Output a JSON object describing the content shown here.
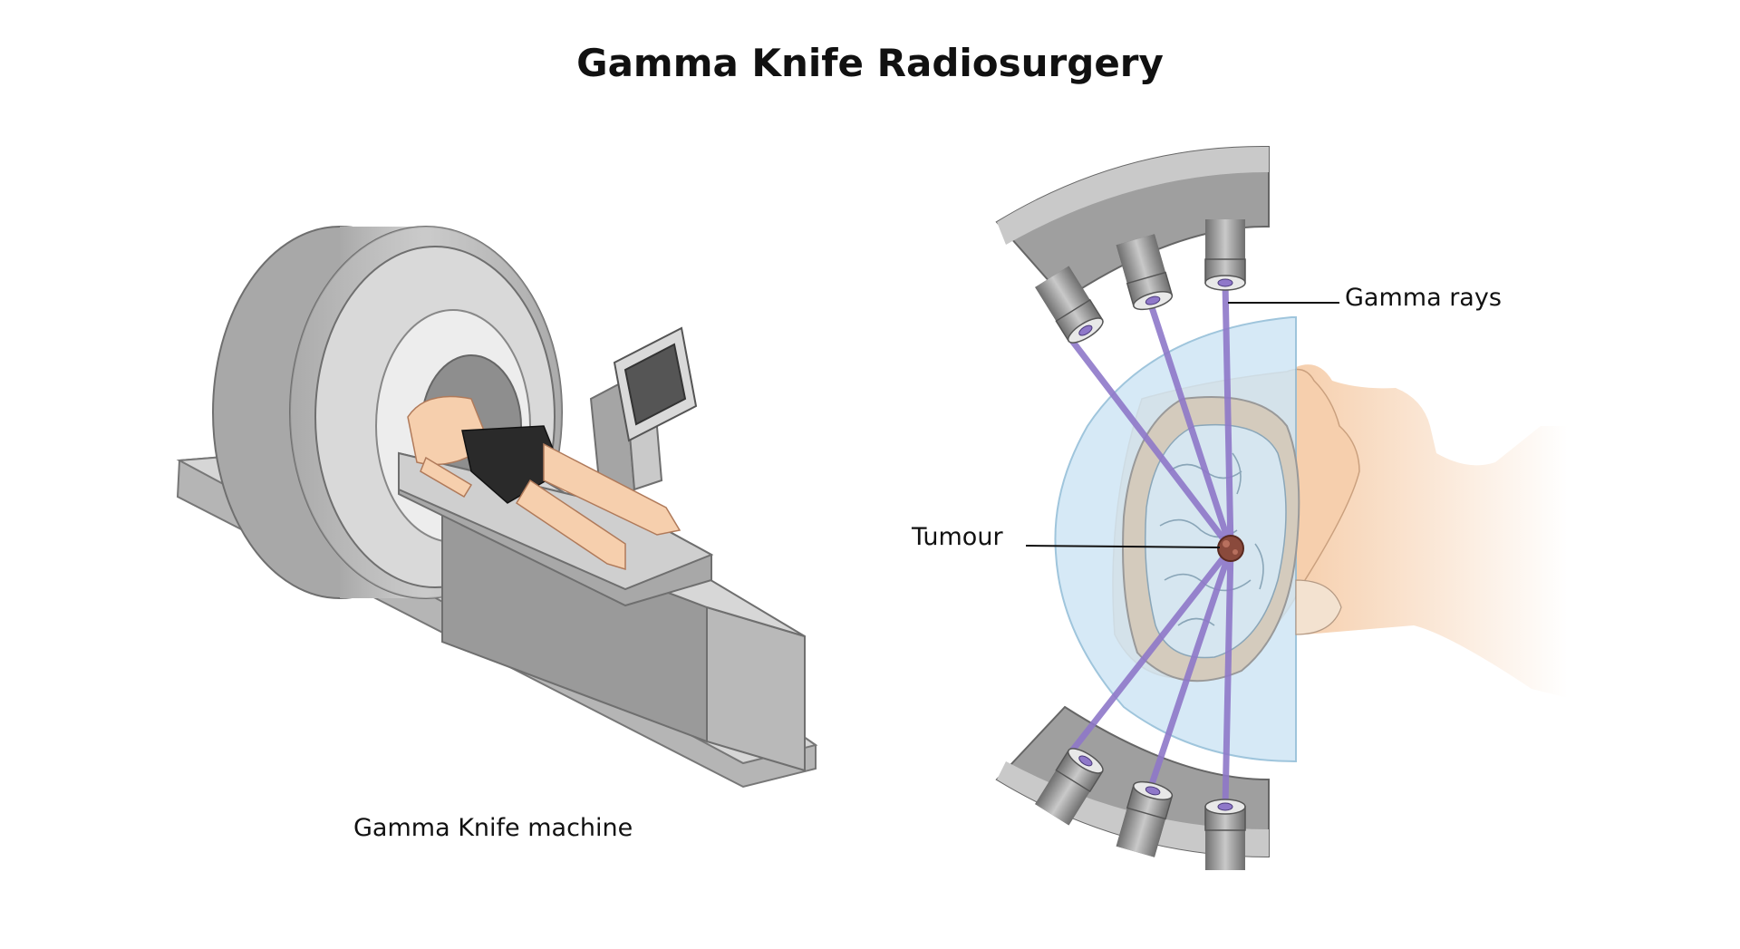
{
  "title": "Gamma Knife Radiosurgery",
  "labels": {
    "machine": "Gamma Knife machine",
    "gamma_rays": "Gamma rays",
    "tumour": "Tumour"
  },
  "colors": {
    "machine_grey": "#b9b9b9",
    "machine_dark": "#8e8e8e",
    "skin": "#f6cfad",
    "shorts": "#2a2a2a",
    "ray": "#8f78c9",
    "helmet": "#cfe6f5",
    "brain": "#d6e6f0",
    "tumour": "#8a4a3c"
  },
  "icons": [
    "gamma-knife-machine-illustration",
    "patient-figure",
    "control-monitor",
    "head-cross-section",
    "collimator-source"
  ]
}
